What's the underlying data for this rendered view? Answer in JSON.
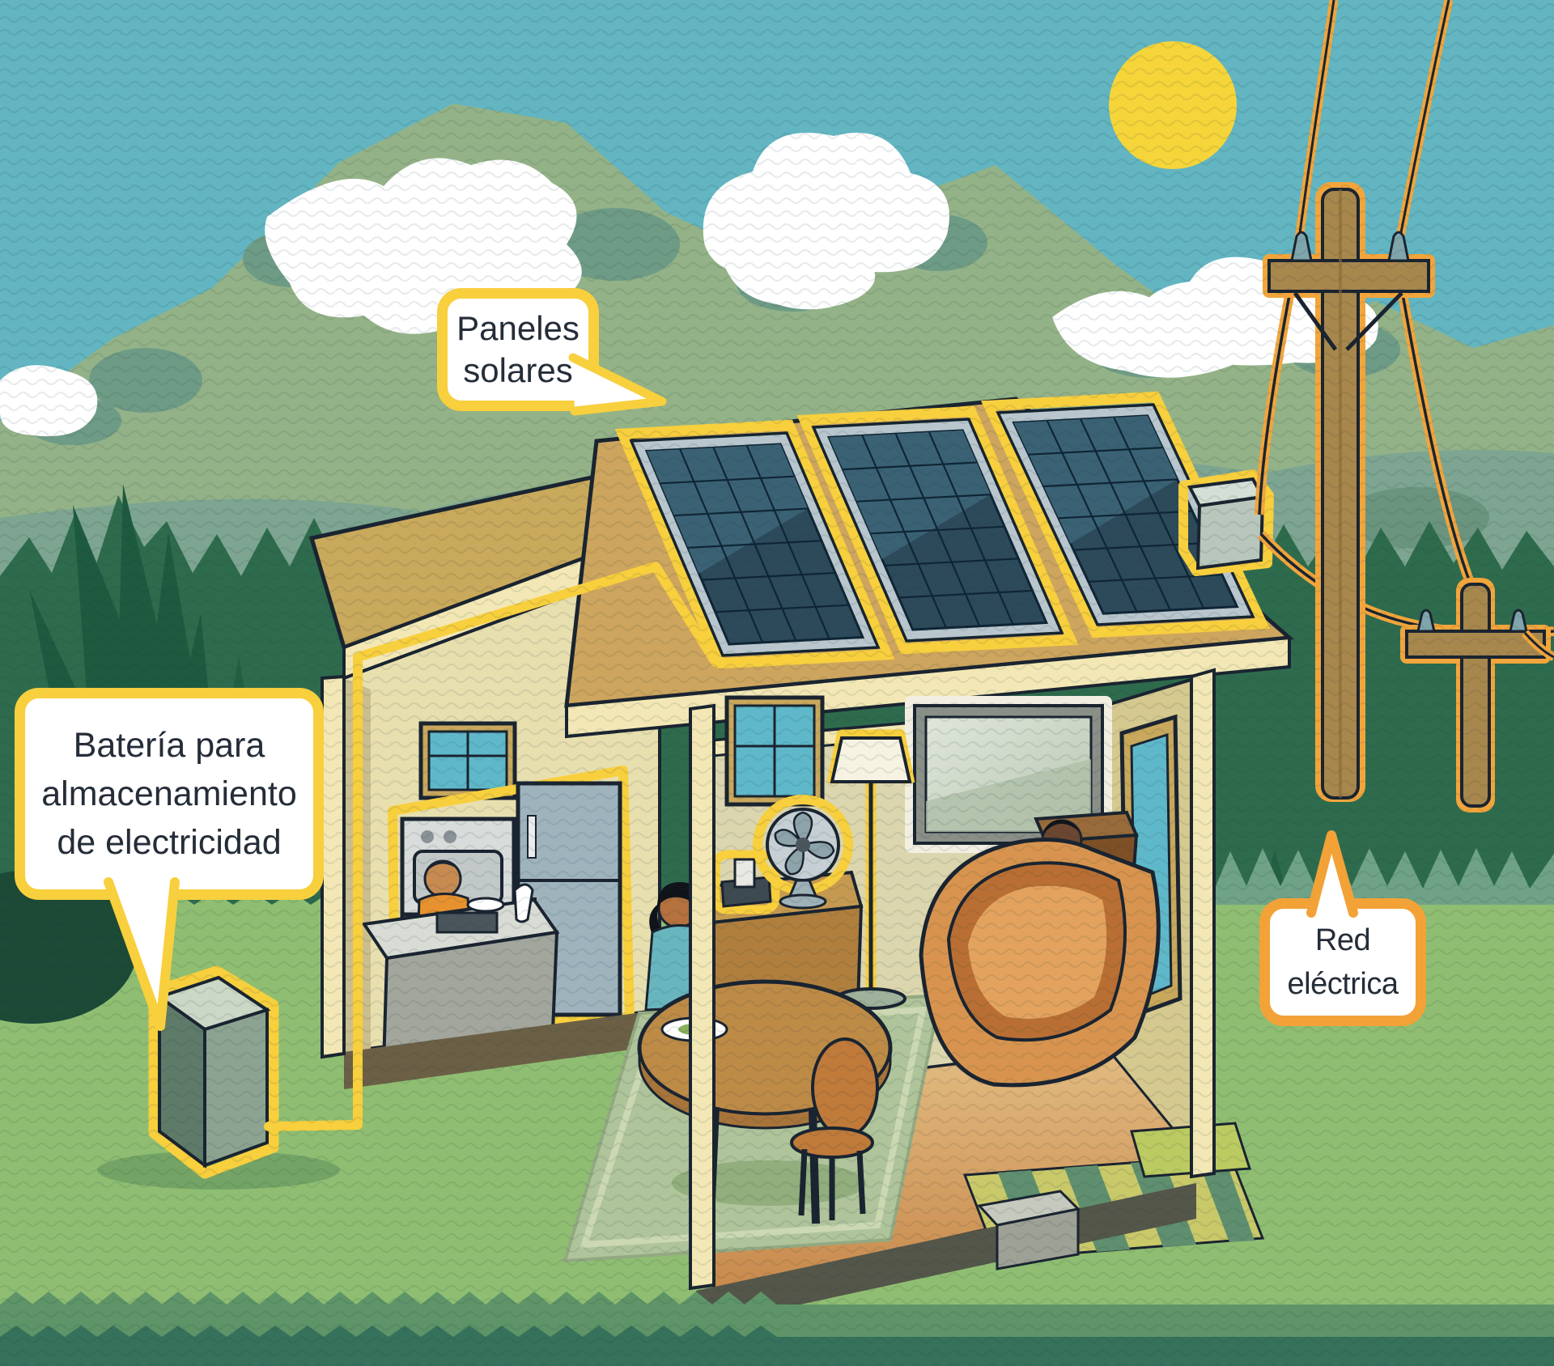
{
  "callouts": {
    "solar_panels": {
      "lines": [
        "Paneles",
        "solares"
      ]
    },
    "battery": {
      "lines": [
        "Batería para",
        "almacenamiento",
        "de electricidad"
      ]
    },
    "grid": {
      "lines": [
        "Red",
        "eléctrica"
      ]
    }
  },
  "colors": {
    "sky": "#62B5C1",
    "sun": "#F6D53A",
    "mountain": "#93B287",
    "mountain_shadow": "#6E9B85",
    "midground": "#7DA591",
    "forest": "#2E6B4D",
    "grass": "#8FBE72",
    "grass_band_mid": "#5E9468",
    "grass_band_dark": "#36715B",
    "roof": "#CDA55E",
    "wall_cream": "#F3E8B5",
    "wall_interior": "#DCD6AE",
    "panel_cell": "#2C4A5A",
    "panel_frame": "#B9C6CD",
    "highlight_yellow": "#F8CF3D",
    "grid_orange": "#F2A53B",
    "pole_wood": "#A8874D",
    "battery_top": "#CBD8C6",
    "battery_front": "#5E7A68",
    "battery_side": "#8CA391",
    "callout_text": "#242D38",
    "callout_border_yellow": "#F8CF3D",
    "callout_border_orange": "#F2A237"
  }
}
